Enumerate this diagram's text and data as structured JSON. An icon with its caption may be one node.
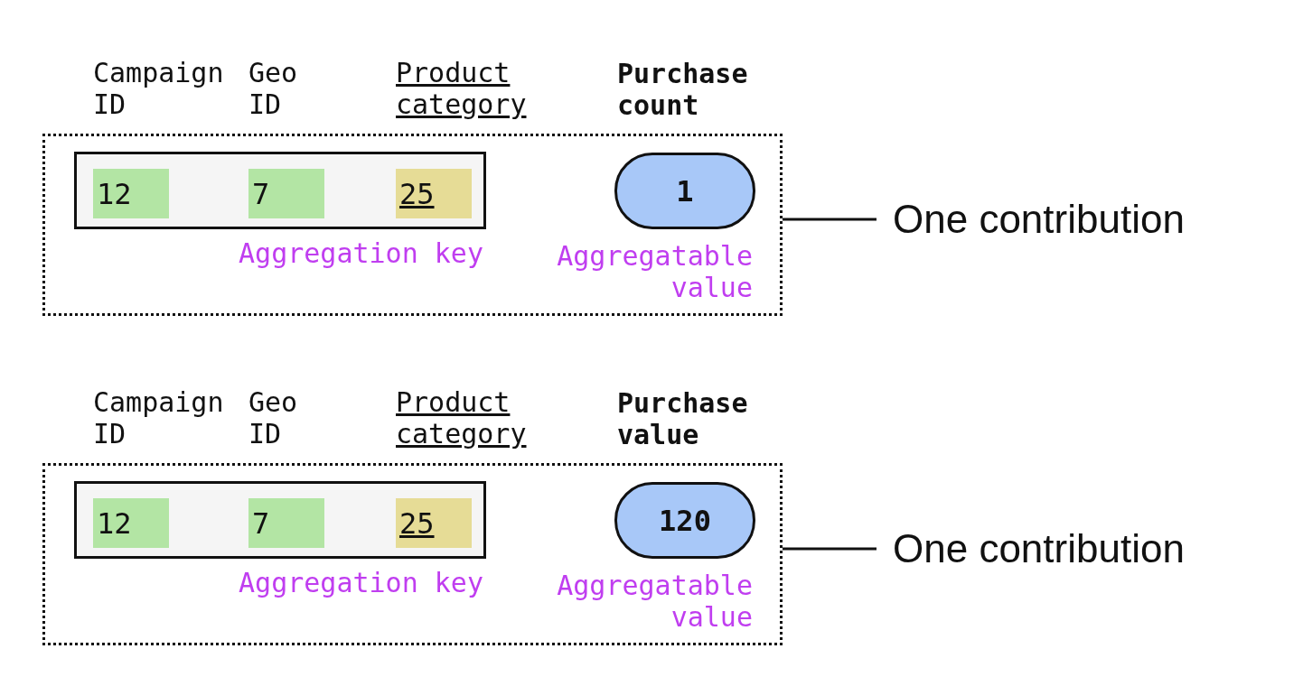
{
  "diagram": {
    "nodes": [
      {
        "text": [],
        "shape": "box"
      },
      {
        "text": [],
        "in": 0,
        "shape": "box"
      },
      {
        "text": [
          "12"
        ],
        "in": 1,
        "beside": [
          "Campaign ID"
        ]
      },
      {
        "text": [
          "7"
        ],
        "in": 1,
        "beside": [
          "Geo ID"
        ]
      },
      {
        "text": [
          "25"
        ],
        "in": 1,
        "beside": [
          "Product category"
        ]
      },
      {
        "text": [
          "1"
        ],
        "in": 0,
        "beside": [
          "Purchase count",
          "Aggregatable value"
        ]
      },
      {
        "text": [
          "One contribution"
        ]
      },
      {
        "text": [],
        "shape": "box"
      },
      {
        "text": [],
        "in": 7,
        "shape": "box"
      },
      {
        "text": [
          "12"
        ],
        "in": 8,
        "beside": [
          "Campaign ID"
        ]
      },
      {
        "text": [
          "7"
        ],
        "in": 8,
        "beside": [
          "Geo ID"
        ]
      },
      {
        "text": [
          "25"
        ],
        "in": 8,
        "beside": [
          "Product category"
        ]
      },
      {
        "text": [
          "120"
        ],
        "in": 7,
        "beside": [
          "Purchase value",
          "Aggregatable value"
        ]
      },
      {
        "text": [
          "One contribution"
        ]
      }
    ],
    "edges": [
      {
        "from": 0,
        "to": 6,
        "arrow": "none"
      },
      {
        "from": 7,
        "to": 13,
        "arrow": "none"
      }
    ],
    "labels": [
      "Aggregation key",
      "Aggregation key"
    ]
  }
}
